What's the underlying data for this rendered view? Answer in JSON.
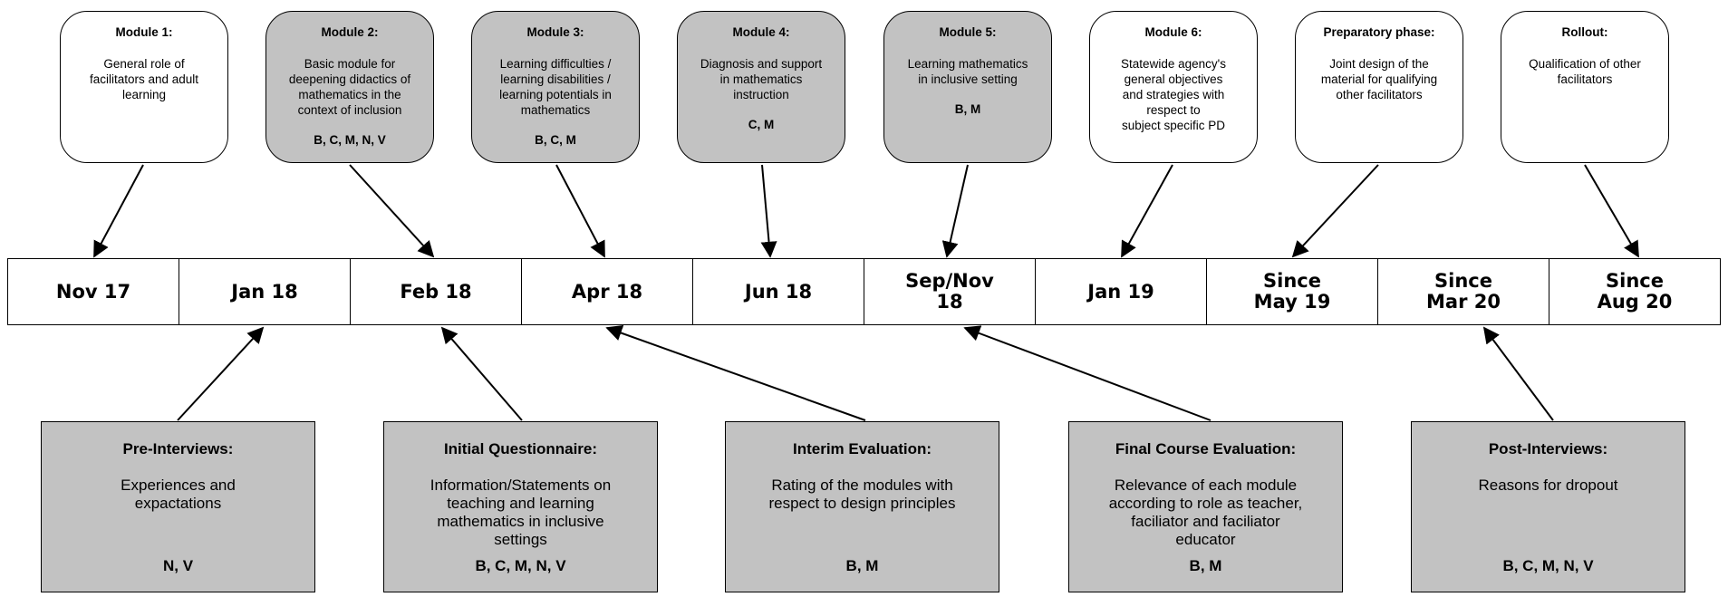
{
  "modules": [
    {
      "title": "Module 1:",
      "desc": "General role of\nfacilitators and adult\nlearning",
      "codes": "",
      "color": "#ffffff"
    },
    {
      "title": "Module 2:",
      "desc": "Basic module for\ndeepening didactics of\nmathematics in the\ncontext of inclusion",
      "codes": "B, C, M, N, V",
      "color": "#c2c2c2"
    },
    {
      "title": "Module 3:",
      "desc": "Learning difficulties /\nlearning disabilities /\nlearning potentials in\nmathematics",
      "codes": "B, C, M",
      "color": "#c2c2c2"
    },
    {
      "title": "Module 4:",
      "desc": "Diagnosis and support\nin mathematics\ninstruction",
      "codes": "C, M",
      "color": "#c2c2c2"
    },
    {
      "title": "Module 5:",
      "desc": "Learning mathematics\nin inclusive setting",
      "codes": "B, M",
      "color": "#c2c2c2"
    },
    {
      "title": "Module 6:",
      "desc": "Statewide agency's\ngeneral objectives\nand strategies with\nrespect to\nsubject specific PD",
      "codes": "",
      "color": "#ffffff"
    },
    {
      "title": "Preparatory phase:",
      "desc": "Joint design of the\nmaterial for qualifying\nother facilitators",
      "codes": "",
      "color": "#ffffff"
    },
    {
      "title": "Rollout:",
      "desc": "Qualification of other\nfacilitators",
      "codes": "",
      "color": "#ffffff"
    }
  ],
  "timeline": [
    {
      "label": "Nov 17"
    },
    {
      "label": "Jan 18"
    },
    {
      "label": "Feb 18"
    },
    {
      "label": "Apr 18"
    },
    {
      "label": "Jun 18"
    },
    {
      "label": "Sep/Nov\n18"
    },
    {
      "label": "Jan 19"
    },
    {
      "label": "Since\nMay 19"
    },
    {
      "label": "Since\nMar 20"
    },
    {
      "label": "Since\nAug 20"
    }
  ],
  "evaluations": [
    {
      "title": "Pre-Interviews:",
      "desc": "Experiences and\nexpactations",
      "codes": "N, V"
    },
    {
      "title": "Initial Questionnaire:",
      "desc": "Information/Statements on\nteaching and learning\nmathematics in inclusive\nsettings",
      "codes": "B, C, M, N, V"
    },
    {
      "title": "Interim Evaluation:",
      "desc": "Rating of the modules with\nrespect to design principles",
      "codes": "B, M"
    },
    {
      "title": "Final Course Evaluation:",
      "desc": "Relevance of each module\naccording to role as teacher,\nfaciliator and faciliator\neducator",
      "codes": "B, M"
    },
    {
      "title": "Post-Interviews:",
      "desc": "Reasons for dropout",
      "codes": "B, C, M, N, V"
    }
  ]
}
